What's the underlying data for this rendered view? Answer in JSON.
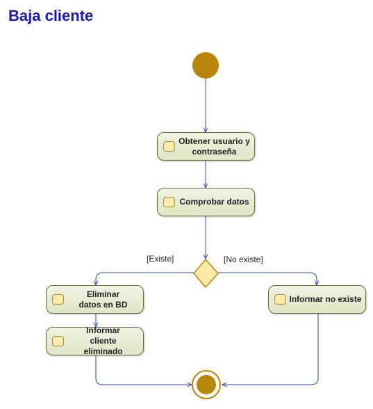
{
  "diagram": {
    "title": "Baja cliente",
    "actions": {
      "obtener": "Obtener usuario y contraseña",
      "comprobar": "Comprobar datos",
      "eliminar": "Eliminar datos en BD",
      "informar_eliminado": "Informar cliente eliminado",
      "informar_no_existe": "Informar no existe"
    },
    "guards": {
      "existe": "[Existe]",
      "no_existe": "[No existe]"
    },
    "colors": {
      "title": "#1a1aa6",
      "node_fill": "#b8860b",
      "flow_line": "#3344aa",
      "decision_fill": "#fde9a8",
      "decision_stroke": "#b8860b"
    }
  }
}
